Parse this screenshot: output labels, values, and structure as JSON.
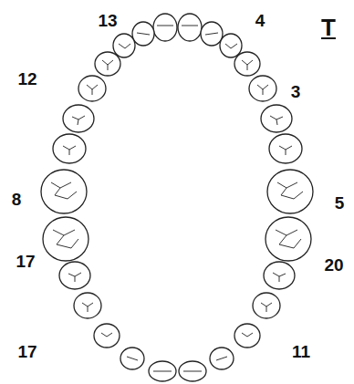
{
  "diagram": {
    "labels": [
      "13",
      "4",
      "T",
      "12",
      "3",
      "8",
      "5",
      "17",
      "20",
      "17",
      "11"
    ]
  }
}
